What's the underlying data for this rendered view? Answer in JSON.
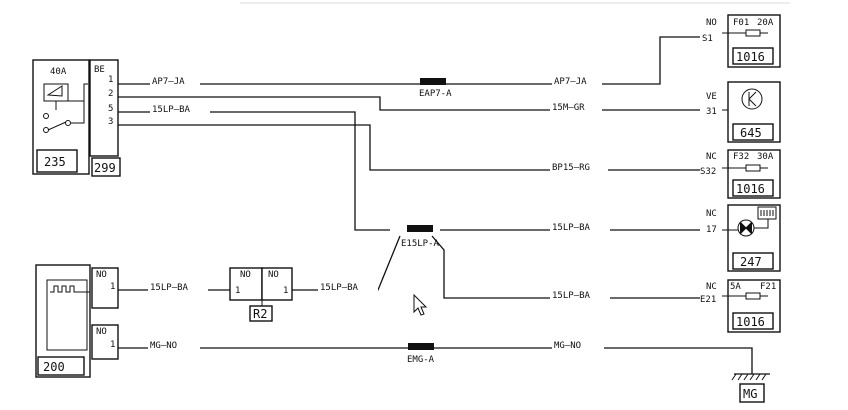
{
  "components": {
    "relay": {
      "rating": "40A",
      "code": "235",
      "connector_color": "BE",
      "connector_code": "299",
      "pins": [
        "1",
        "2",
        "5",
        "3"
      ]
    },
    "c200": {
      "code": "200",
      "connector_color_1": "NO",
      "pin_1": "1",
      "connector_color_2": "NO",
      "pin_2": "1"
    },
    "r2": {
      "code": "R2",
      "left_color": "NO",
      "left_pin": "1",
      "right_color": "NO",
      "right_pin": "1"
    },
    "f01": {
      "color": "NO",
      "fuse": "F01",
      "rating": "20A",
      "pin": "S1",
      "code": "1016"
    },
    "c645": {
      "color": "VE",
      "pin": "31",
      "code": "645"
    },
    "f32": {
      "color": "NC",
      "fuse": "F32",
      "rating": "30A",
      "pin": "S32",
      "code": "1016"
    },
    "c247": {
      "color": "NC",
      "pin": "17",
      "code": "247"
    },
    "f21": {
      "color": "NC",
      "fuse": "F21",
      "rating": "5A",
      "pin": "E21",
      "code": "1016"
    },
    "ground": {
      "code": "MG"
    }
  },
  "splices": {
    "eap7": "EAP7-A",
    "e15lp": "E15LP-A",
    "emg": "EMG-A"
  },
  "wires": {
    "ap7_left": {
      "id": "AP7",
      "color": "JA"
    },
    "ap7_right": {
      "id": "AP7",
      "color": "JA"
    },
    "w15lp_relay": {
      "id": "15LP",
      "color": "BA"
    },
    "w15m": {
      "id": "15M",
      "color": "GR"
    },
    "bp15": {
      "id": "BP15",
      "color": "RG"
    },
    "w15lp_247": {
      "id": "15LP",
      "color": "BA"
    },
    "w15lp_200": {
      "id": "15LP",
      "color": "BA"
    },
    "w15lp_r2": {
      "id": "15LP",
      "color": "BA"
    },
    "w15lp_f21": {
      "id": "15LP",
      "color": "BA"
    },
    "mg_left": {
      "id": "MG",
      "color": "NO"
    },
    "mg_right": {
      "id": "MG",
      "color": "NO"
    }
  },
  "sep": "—"
}
